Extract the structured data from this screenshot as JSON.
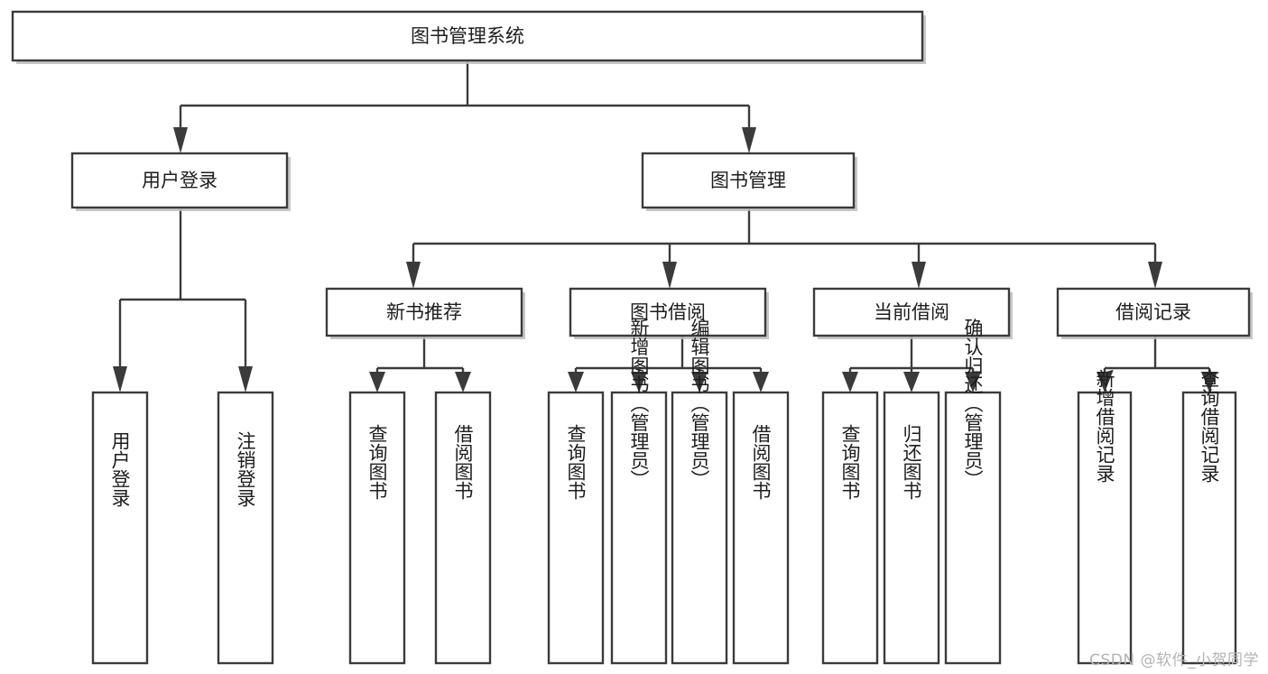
{
  "diagram": {
    "title": "图书管理系统",
    "type": "tree-hierarchy",
    "watermark": "CSDN @软件_小贺同学",
    "levels": {
      "root": "图书管理系统",
      "level2": [
        "用户登录",
        "图书管理"
      ],
      "level3": [
        "新书推荐",
        "图书借阅",
        "当前借阅",
        "借阅记录"
      ]
    },
    "nodes": {
      "root": {
        "label": "图书管理系统"
      },
      "user_login": {
        "label": "用户登录"
      },
      "book_manage": {
        "label": "图书管理"
      },
      "new_book_rec": {
        "label": "新书推荐"
      },
      "book_borrow": {
        "label": "图书借阅"
      },
      "current_borrow": {
        "label": "当前借阅"
      },
      "borrow_record": {
        "label": "借阅记录"
      },
      "leaf_user_login": {
        "label": "用户登录"
      },
      "leaf_logout": {
        "label": "注销登录"
      },
      "leaf_query_book_1": {
        "label": "查询图书"
      },
      "leaf_borrow_book_1": {
        "label": "借阅图书"
      },
      "leaf_query_book_2": {
        "label": "查询图书"
      },
      "leaf_add_book": {
        "label": "新增图书（管理员）"
      },
      "leaf_edit_book": {
        "label": "编辑图书（管理员）"
      },
      "leaf_borrow_book_2": {
        "label": "借阅图书"
      },
      "leaf_query_book_3": {
        "label": "查询图书"
      },
      "leaf_return_book": {
        "label": "归还图书"
      },
      "leaf_confirm_return": {
        "label": "确认归还（管理员）"
      },
      "leaf_add_record": {
        "label": "新增借阅记录"
      },
      "leaf_query_record": {
        "label": "查询借阅记录"
      }
    },
    "edges": [
      {
        "from": "图书管理系统",
        "to": "用户登录"
      },
      {
        "from": "图书管理系统",
        "to": "图书管理"
      },
      {
        "from": "用户登录",
        "to": "用户登录"
      },
      {
        "from": "用户登录",
        "to": "注销登录"
      },
      {
        "from": "图书管理",
        "to": "新书推荐"
      },
      {
        "from": "图书管理",
        "to": "图书借阅"
      },
      {
        "from": "图书管理",
        "to": "当前借阅"
      },
      {
        "from": "图书管理",
        "to": "借阅记录"
      },
      {
        "from": "新书推荐",
        "to": "查询图书"
      },
      {
        "from": "新书推荐",
        "to": "借阅图书"
      },
      {
        "from": "图书借阅",
        "to": "查询图书"
      },
      {
        "from": "图书借阅",
        "to": "新增图书（管理员）"
      },
      {
        "from": "图书借阅",
        "to": "编辑图书（管理员）"
      },
      {
        "from": "图书借阅",
        "to": "借阅图书"
      },
      {
        "from": "当前借阅",
        "to": "查询图书"
      },
      {
        "from": "当前借阅",
        "to": "归还图书"
      },
      {
        "from": "当前借阅",
        "to": "确认归还（管理员）"
      },
      {
        "from": "借阅记录",
        "to": "新增借阅记录"
      },
      {
        "from": "借阅记录",
        "to": "查询借阅记录"
      }
    ],
    "colors": {
      "box_fill": "#ffffff",
      "box_stroke": "#3b3b3b",
      "text": "#1d1d1d",
      "background": "#ffffff",
      "watermark": "#b4b4b4"
    }
  }
}
